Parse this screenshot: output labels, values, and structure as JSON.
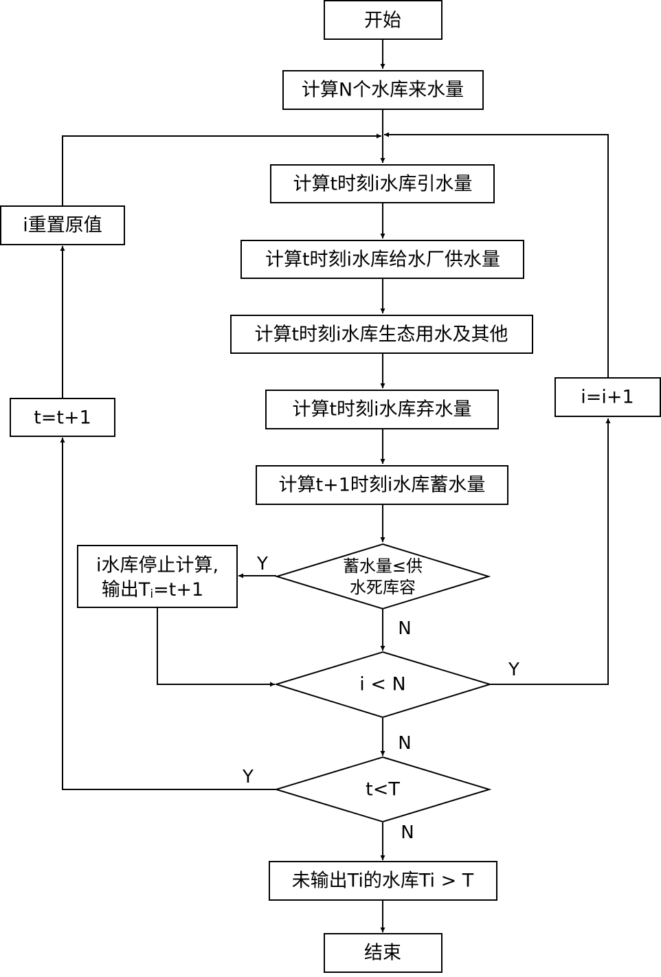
{
  "nodes": {
    "start": "开始",
    "calc_inflow": "计算N个水库来水量",
    "calc_diversion": "计算t时刻i水库引水量",
    "calc_supply": "计算t时刻i水库给水厂供水量",
    "calc_eco": "计算t时刻i水库生态用水及其他",
    "calc_spill": "计算t时刻i水库弃水量",
    "calc_storage": "计算t+1时刻i水库蓄水量",
    "reset_i": "i重置原值",
    "t_inc": "t=t+1",
    "i_inc": "i=i+1",
    "stop_line1": "i水库停止计算,",
    "stop_line2_prefix": "输出T",
    "stop_line2_sub": "i",
    "stop_line2_suffix": "=t+1",
    "check_storage_line1": "蓄水量≤供",
    "check_storage_line2": "水死库容",
    "check_i": "i < N",
    "check_t": "t<T",
    "output_rest": "未输出Ti的水库Ti > T",
    "end": "结束"
  },
  "edge_labels": {
    "storage_yes": "Y",
    "storage_no": "N",
    "i_yes": "Y",
    "i_no": "N",
    "t_yes": "Y",
    "t_no": "N"
  }
}
